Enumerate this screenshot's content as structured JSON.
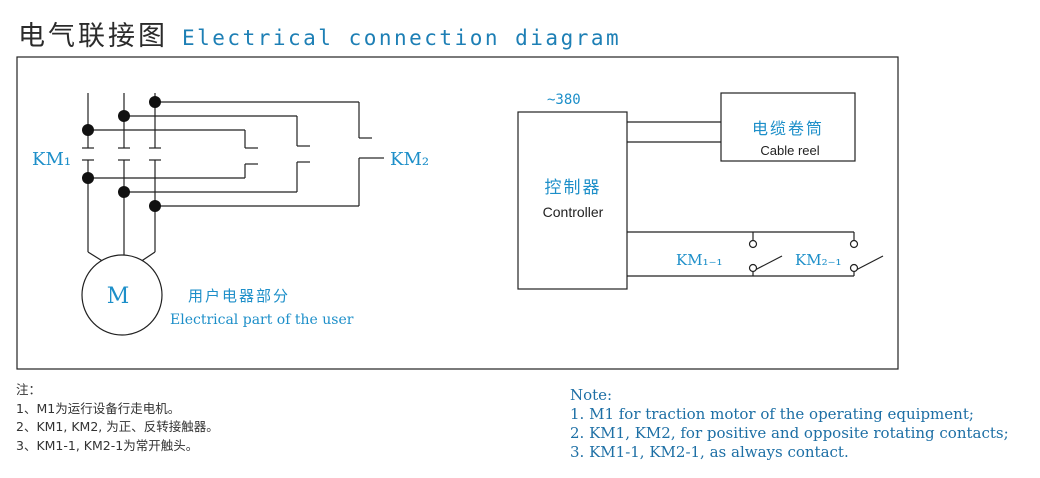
{
  "title": {
    "cn": "电气联接图",
    "en": "Electrical connection diagram"
  },
  "diagram": {
    "km1_label": "KM₁",
    "km2_label": "KM₂",
    "motor_label": "M",
    "user_part": {
      "cn": "用户电器部分",
      "en": "Electrical part of the user"
    },
    "supply_label": "~380",
    "controller": {
      "cn": "控制器",
      "en": "Controller"
    },
    "cable_reel": {
      "cn": "电缆卷筒",
      "en": "Cable reel"
    },
    "km1_1_label": "KM₁₋₁",
    "km2_1_label": "KM₂₋₁",
    "colors": {
      "accent": "#1d8fc9",
      "line": "#222222"
    }
  },
  "notes_cn": {
    "heading": "注：",
    "lines": [
      "1、M1为运行设备行走电机。",
      "2、KM1, KM2, 为正、反转接触器。",
      "3、KM1-1, KM2-1为常开触头。"
    ]
  },
  "notes_en": {
    "heading": "Note:",
    "lines": [
      "1. M1 for traction motor of the operating equipment;",
      "2. KM1, KM2, for positive and opposite rotating contacts;",
      "3. KM1-1, KM2-1, as always contact."
    ]
  }
}
